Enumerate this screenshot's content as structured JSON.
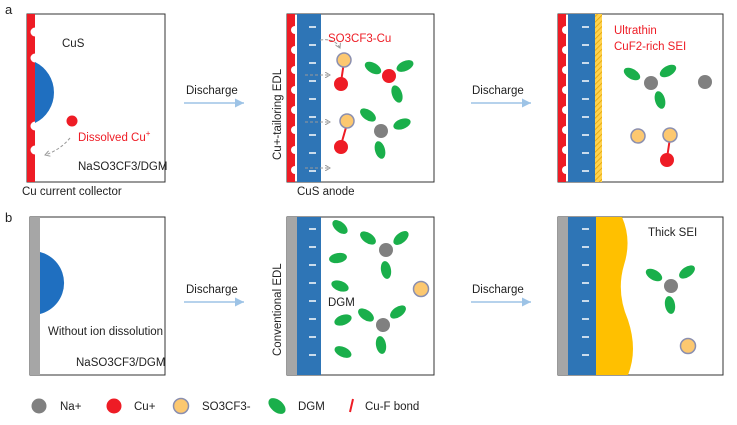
{
  "panel_labels": {
    "a": "a",
    "b": "b"
  },
  "arrows": {
    "discharge": "Discharge"
  },
  "row_a": {
    "panel1": {
      "cus_label": "CuS",
      "dissolved_label": "Dissolved Cu",
      "dissolved_sup": "+",
      "electrolyte_label": "NaSO3CF3/DGM",
      "collector_label": "Cu current collector"
    },
    "panel2": {
      "edl_label": "Cu+-tailoring EDL",
      "complex_label": "SO3CF3-Cu",
      "anode_label": "CuS anode"
    },
    "panel3": {
      "sei_line1": "Ultrathin",
      "sei_line2": "CuF2-rich SEI"
    }
  },
  "row_b": {
    "panel1": {
      "note_label": "Without ion dissolution",
      "electrolyte_label": "NaSO3CF3/DGM"
    },
    "panel2": {
      "edl_label": "Conventional EDL",
      "dgm_label": "DGM"
    },
    "panel3": {
      "sei_label": "Thick SEI"
    }
  },
  "legend": {
    "na": "Na+",
    "cu": "Cu+",
    "anion": "SO3CF3-",
    "dgm": "DGM",
    "bond": "Cu-F bond"
  },
  "colors": {
    "na": "#808080",
    "cu": "#ee1c25",
    "anion": "#fcc870",
    "anion_stroke": "#8a8fb0",
    "dgm": "#1aaf4b",
    "electrode": "#2e75b6",
    "collector_red": "#ee1c25",
    "collector_gray": "#a6a6a6",
    "thick_sei": "#ffc000",
    "arrow": "#9dc3e6"
  }
}
